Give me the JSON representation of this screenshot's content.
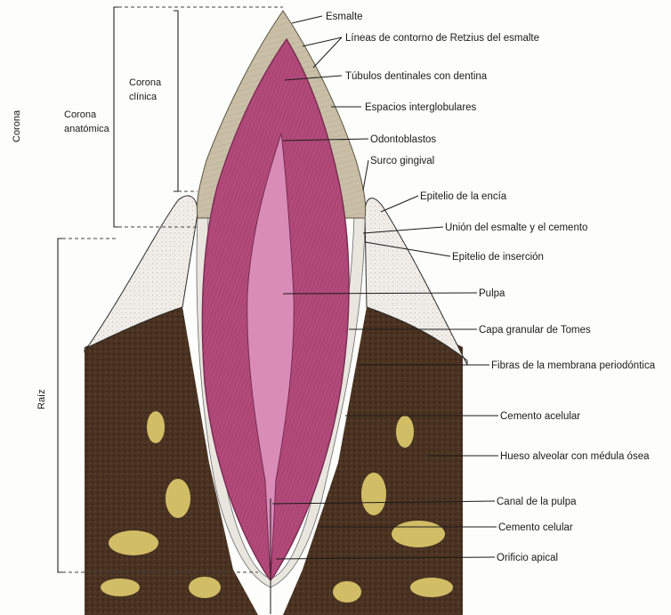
{
  "colors": {
    "enamel": "#c9bfa7",
    "dentin": "#b24a7a",
    "dentin_dark": "#7a2a52",
    "pulp": "#d88cb6",
    "gingiva": "#f1eee9",
    "bone_dark": "#4a3322",
    "marrow": "#d8c56a",
    "periodontal": "#e9e6df"
  },
  "labels": {
    "esmalte": "Esmalte",
    "retzius": "Líneas de contorno de Retzius del esmalte",
    "tubulos": "Túbulos dentinales con dentina",
    "espacios": "Espacios interglobulares",
    "odontoblastos": "Odontoblastos",
    "surco": "Surco gingival",
    "epitelio_encia": "Epitelio de la encía",
    "union": "Unión del esmalte y el cemento",
    "epitelio_insercion": "Epitelio de inserción",
    "pulpa": "Pulpa",
    "capa": "Capa granular de Tomes",
    "fibras": "Fibras de la membrana periodóntica",
    "cemento_acelular": "Cemento acelular",
    "hueso": "Hueso alveolar con médula ósea",
    "canal": "Canal de la pulpa",
    "cemento_celular": "Cemento celular",
    "orificio": "Orificio apical"
  },
  "side_labels": {
    "corona_clinica_1": "Corona",
    "corona_clinica_2": "clínica",
    "corona_anatomica_1": "Corona",
    "corona_anatomica_2": "anatómica",
    "corona": "Corona",
    "raiz": "Raíz"
  }
}
